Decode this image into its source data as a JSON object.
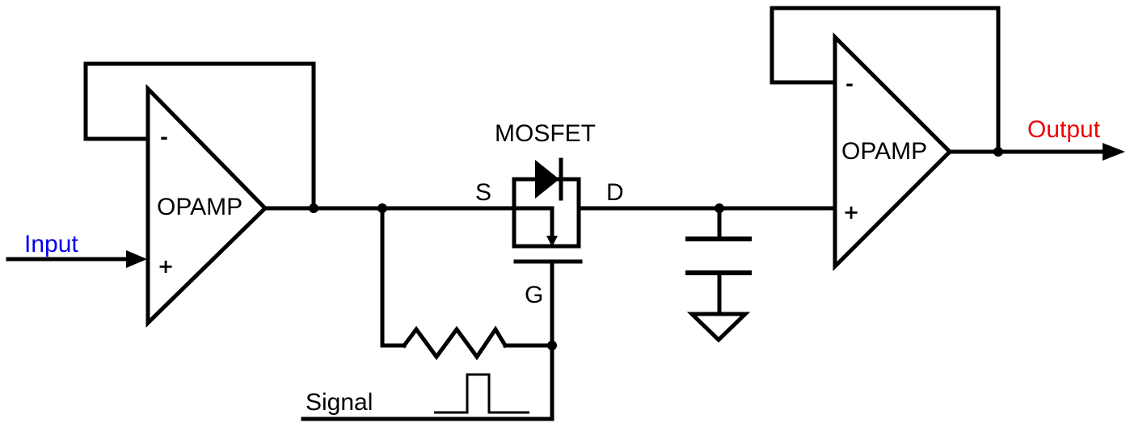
{
  "labels": {
    "input": "Input",
    "output": "Output",
    "opamp1": "OPAMP",
    "opamp2": "OPAMP",
    "mosfet": "MOSFET",
    "source": "S",
    "drain": "D",
    "gate": "G",
    "signal": "Signal",
    "minus": "-",
    "plus": "+"
  },
  "colors": {
    "input": "#0000ee",
    "output": "#ee0000",
    "line": "#000000"
  },
  "icons": {
    "opamp": "opamp-triangle-symbol",
    "mosfet": "mosfet-with-body-diode-symbol",
    "resistor": "zigzag-resistor-symbol",
    "capacitor": "parallel-plate-capacitor-symbol",
    "ground": "ground-triangle-symbol",
    "pulse": "square-pulse-waveform"
  }
}
